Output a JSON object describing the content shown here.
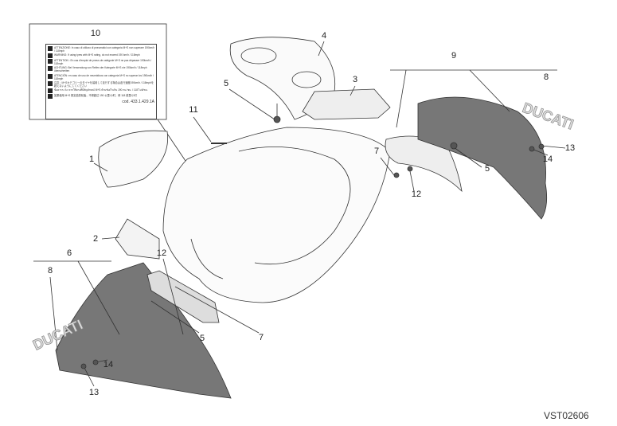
{
  "labels": [
    "10",
    "4",
    "9",
    "8",
    "3",
    "5",
    "11",
    "1",
    "7",
    "13",
    "14",
    "5",
    "12",
    "2",
    "6",
    "8",
    "12",
    "5",
    "7",
    "14",
    "13"
  ],
  "warning_label": {
    "lines": [
      "ATTENZIONE: In caso di utilizzo di pneumatici con categoria M+S non superare 190km/h / 118mph",
      "WARNING: If using tyres with M+S rating, do not exceed 190 km/h / 118mph",
      "ATTENTION : En cas d'emploi de pneus de catégorie M+S ne pas dépasser 190km/h / 118mph",
      "ACHTUNG: Bei Verwendung von Reifen der Kategorie M+S nie 190km/h / 118mph überschreiten",
      "ATENCIÓN: en caso de uso de neumáticos con categoría M+S no superar los 190km/h / 118mph",
      "注意：M+Sカテゴリーのタイヤを装着して走行する場合は走行速度190km/h / 118mphを超えないようにしてください",
      "ข้อควรระวัง: หากใช้ยางที่มีสัญลักษณ์ M+S ห้ามขับเร็วเกิน 190 กม./ชม. / 118 ไมล์/ชม.",
      "如果使用 M+S 额定值的轮胎，不得超过 190 公里/小时，即 118 英里/小时"
    ],
    "code": "cod. 433.1.429.1A"
  },
  "logo_text": "DUCATI",
  "drawing_code": "VST02606"
}
